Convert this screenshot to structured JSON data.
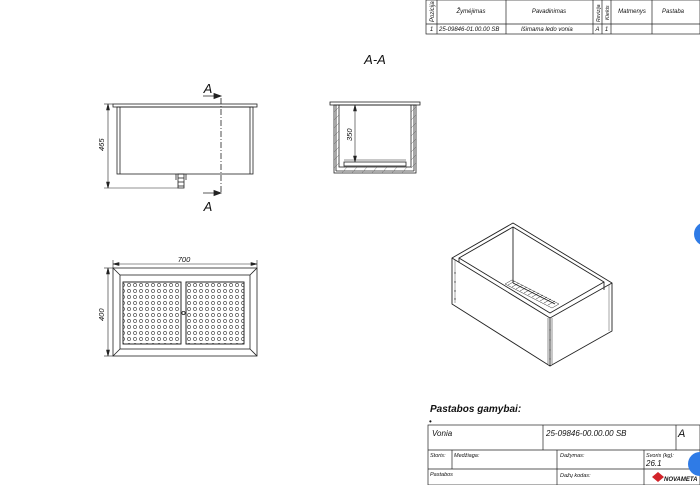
{
  "bom": {
    "headers": {
      "position": "Pozicija",
      "designation": "Žymėjimas",
      "name": "Pavadinimas",
      "revision": "Revizija",
      "qty": "Kiekis",
      "dimensions": "Matmenys",
      "notes": "Pastaba"
    },
    "row": {
      "position": "1",
      "designation": "25-09846-01.00.00 SB",
      "name": "Išimama ledo vonia",
      "revision": "A",
      "qty": "1"
    }
  },
  "drawing": {
    "section_title": "A-A",
    "section_letter_top": "A",
    "section_letter_bottom": "A",
    "dim_front_height": "465",
    "dim_section_depth": "350",
    "dim_top_width": "700",
    "dim_top_depth": "400"
  },
  "notes": {
    "title": "Pastabos gamybai:",
    "bullet": "•"
  },
  "title_block": {
    "name": "Vonia",
    "drawing_number": "25-09846-00.00.00 SB",
    "revision": "A",
    "thickness_label": "Storis:",
    "material_label": "Medžiaga:",
    "coating_label": "Dažymas:",
    "weight_label": "Svoris (kg):",
    "weight_value": "26.1",
    "notes_label": "Pastabos",
    "paint_code_label": "Dažų kodas:",
    "company_logo": "NOVAMETA"
  },
  "colors": {
    "line": "#222222",
    "logo_red": "#d2232a",
    "fab": "#2f7be6"
  }
}
